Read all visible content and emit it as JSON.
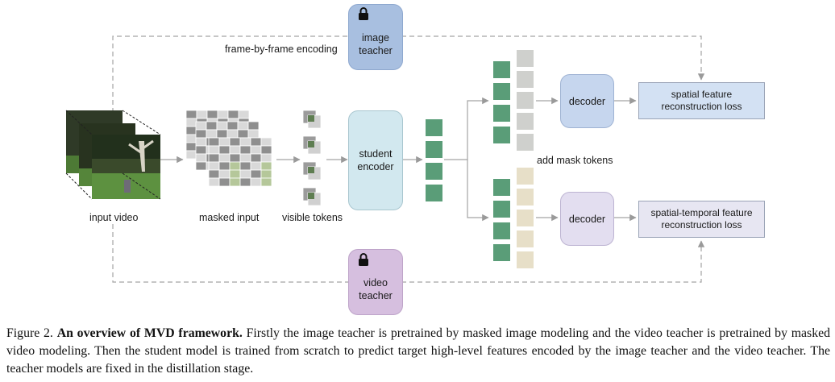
{
  "figure": {
    "frame_label": "frame-by-frame encoding",
    "image_teacher": [
      "image",
      "teacher"
    ],
    "video_teacher": [
      "video",
      "teacher"
    ],
    "student_encoder": [
      "student",
      "encoder"
    ],
    "decoder_top": "decoder",
    "decoder_bottom": "decoder",
    "loss_top": [
      "spatial feature",
      "reconstruction loss"
    ],
    "loss_bottom": [
      "spatial-temporal feature",
      "reconstruction loss"
    ],
    "add_mask_tokens": "add mask tokens",
    "input_video": "input video",
    "masked_input": "masked input",
    "visible_tokens": "visible tokens",
    "colors": {
      "image_teacher": "#a8bfe0",
      "video_teacher": "#d6bfdf",
      "student_encoder": "#d2e8ef",
      "decoder_top": "#c6d6ee",
      "decoder_bottom": "#e3def0",
      "loss_top": "#d3e1f3",
      "loss_bottom": "#e7e6f2",
      "token_green": "#5a9d78",
      "mask_gray": "#cfd0cd",
      "mask_beige": "#e7dfc8"
    }
  },
  "caption": {
    "prefix": "Figure 2.",
    "title": "An overview of MVD framework.",
    "body": "Firstly the image teacher is pretrained by masked image modeling and the video teacher is pretrained by masked video modeling. Then the student model is trained from scratch to predict target high-level features encoded by the image teacher and the video teacher. The teacher models are fixed in the distillation stage."
  }
}
